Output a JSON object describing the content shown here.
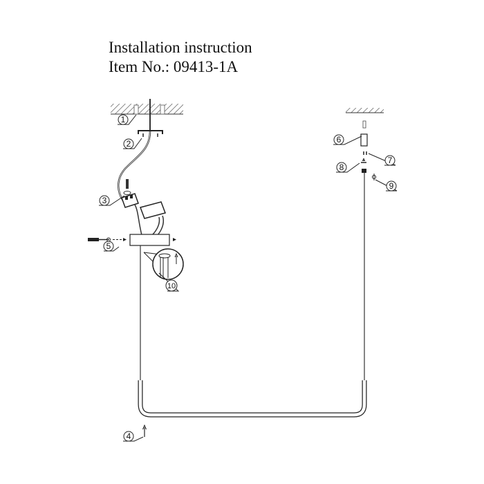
{
  "header": {
    "title": "Installation instruction",
    "item_no": "Item No.: 09413-1A"
  },
  "parts": [
    {
      "id": "1",
      "label": "1"
    },
    {
      "id": "2",
      "label": "2"
    },
    {
      "id": "3",
      "label": "3"
    },
    {
      "id": "4",
      "label": "4"
    },
    {
      "id": "5",
      "label": "5"
    },
    {
      "id": "6",
      "label": "6"
    },
    {
      "id": "7",
      "label": "7"
    },
    {
      "id": "8",
      "label": "8"
    },
    {
      "id": "9",
      "label": "9"
    },
    {
      "id": "10",
      "label": "10"
    }
  ]
}
